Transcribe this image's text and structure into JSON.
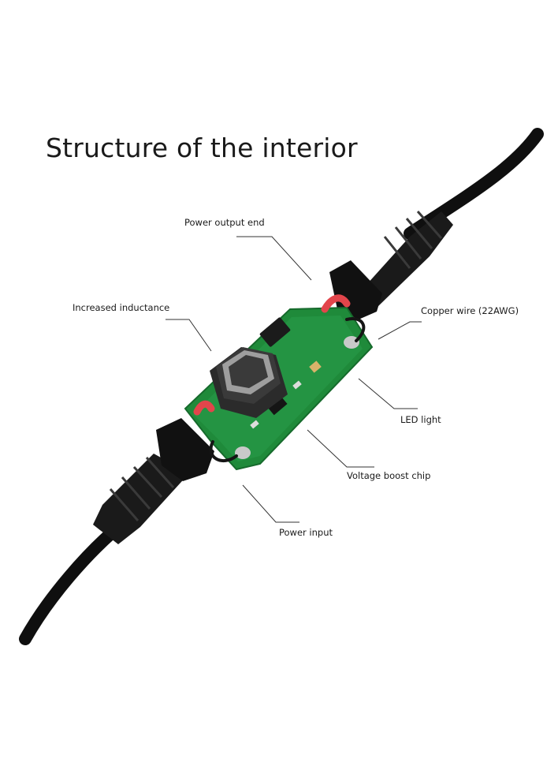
{
  "title": "Structure of the interior",
  "labels": {
    "power_output_end": "Power output end",
    "increased_inductance": "Increased inductance",
    "copper_wire": "Copper wire (22AWG)",
    "led_light": "LED light",
    "voltage_boost_chip": "Voltage boost chip",
    "power_input": "Power input"
  },
  "colors": {
    "cable": "#0f0f0f",
    "pcb": "#1f8a3a",
    "inductor": "#2b2b2b",
    "red_wire": "#e2454b",
    "callout_line": "#333333"
  }
}
